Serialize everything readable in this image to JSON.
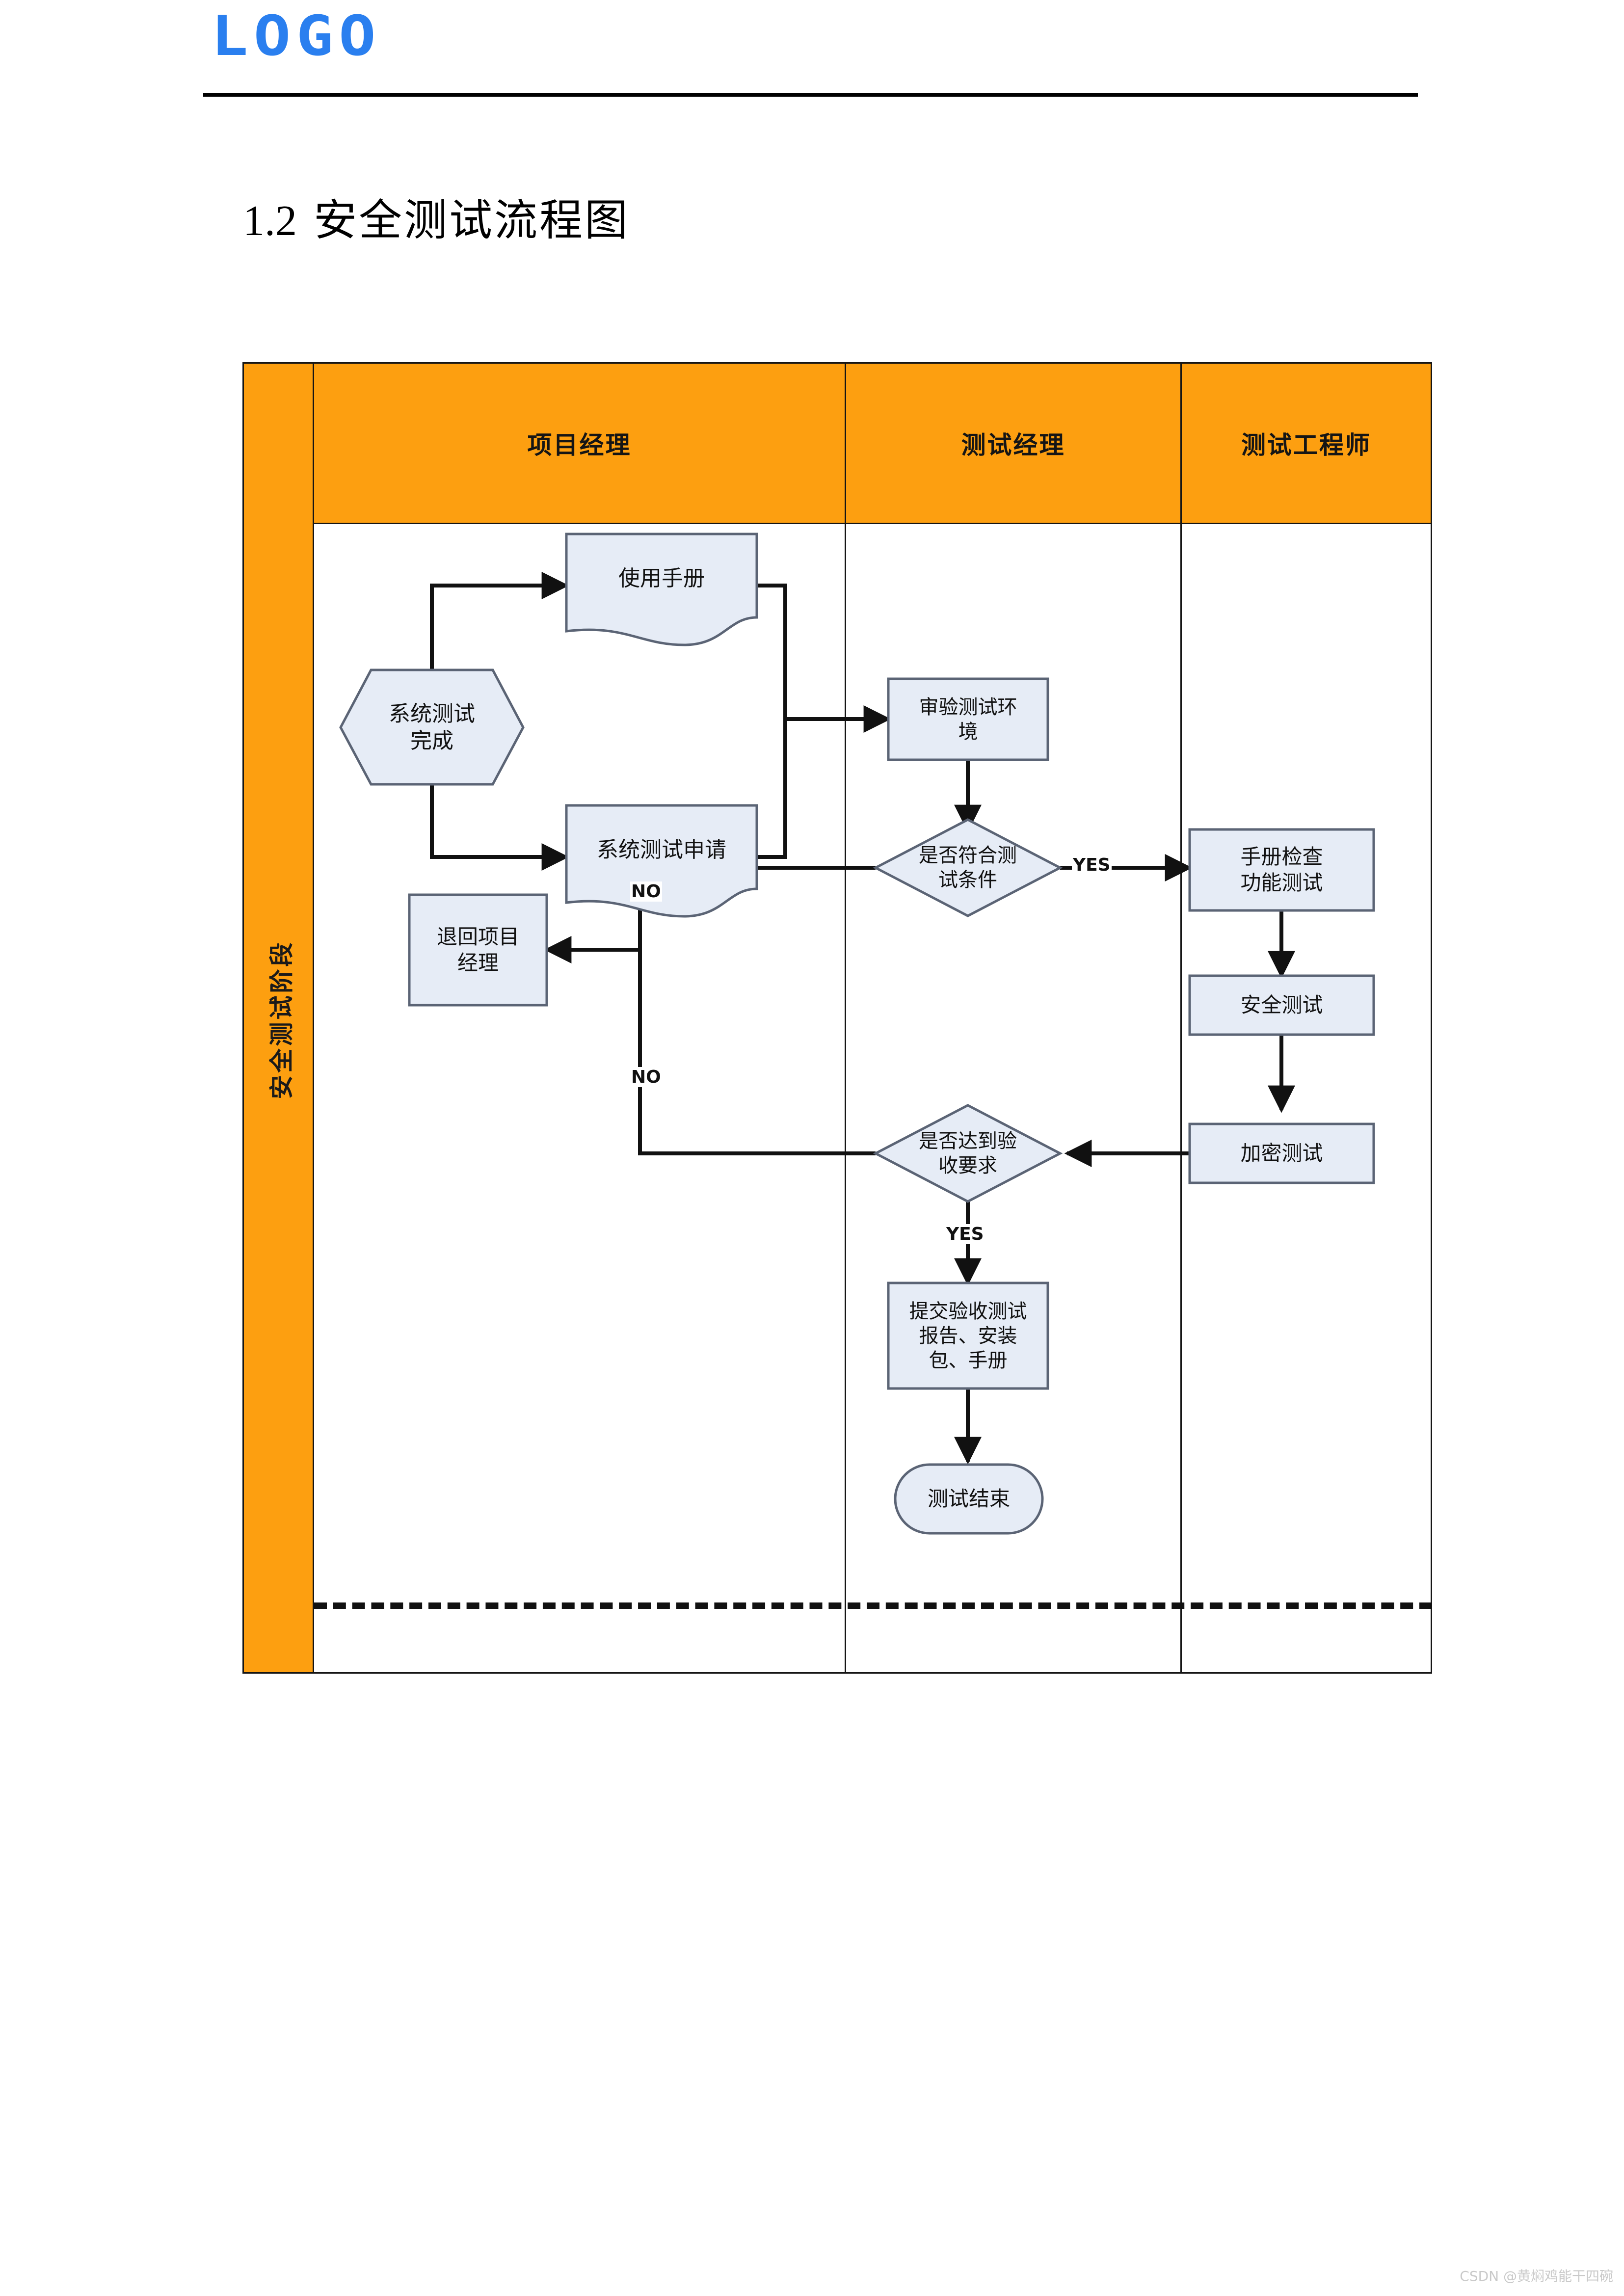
{
  "header": {
    "logo": "LOGO",
    "logo_color": "#2a7fef"
  },
  "title": {
    "number": "1.2",
    "text": "安全测试流程图"
  },
  "flowchart": {
    "phase_label": "安全测试阶段",
    "header_color": "#FD9F10",
    "node_fill": "#E6ECF6",
    "node_stroke": "#5B6475",
    "lanes": [
      {
        "label": "项目经理"
      },
      {
        "label": "测试经理"
      },
      {
        "label": "测试工程师"
      }
    ],
    "nodes": [
      {
        "id": "n-system-test-done",
        "shape": "hexagon",
        "lane": 0,
        "label": "系统测试\n完成"
      },
      {
        "id": "n-user-manual",
        "shape": "document",
        "lane": 0,
        "label": "使用手册"
      },
      {
        "id": "n-system-test-request",
        "shape": "document",
        "lane": 0,
        "label": "系统测试申请"
      },
      {
        "id": "n-return-to-pm",
        "shape": "process",
        "lane": 0,
        "label": "退回项目\n经理"
      },
      {
        "id": "n-verify-test-env",
        "shape": "process",
        "lane": 1,
        "label": "审验测试环\n境"
      },
      {
        "id": "n-meets-test-cond",
        "shape": "decision",
        "lane": 1,
        "label": "是否符合测\n试条件"
      },
      {
        "id": "n-meets-accept-req",
        "shape": "decision",
        "lane": 1,
        "label": "是否达到验\n收要求"
      },
      {
        "id": "n-submit-deliverables",
        "shape": "process",
        "lane": 1,
        "label": "提交验收测试\n报告、安装\n包、手册"
      },
      {
        "id": "n-test-end",
        "shape": "terminator",
        "lane": 1,
        "label": "测试结束"
      },
      {
        "id": "n-manual-func-test",
        "shape": "process",
        "lane": 2,
        "label": "手册检查\n功能测试"
      },
      {
        "id": "n-security-test",
        "shape": "process",
        "lane": 2,
        "label": "安全测试"
      },
      {
        "id": "n-encryption-test",
        "shape": "process",
        "lane": 2,
        "label": "加密测试"
      }
    ],
    "edge_labels": [
      {
        "id": "lbl-yes-cond",
        "text": "YES"
      },
      {
        "id": "lbl-no-cond",
        "text": "NO"
      },
      {
        "id": "lbl-no-accept",
        "text": "NO"
      },
      {
        "id": "lbl-yes-accept",
        "text": "YES"
      }
    ]
  },
  "watermark": "CSDN @黄焖鸡能干四碗"
}
